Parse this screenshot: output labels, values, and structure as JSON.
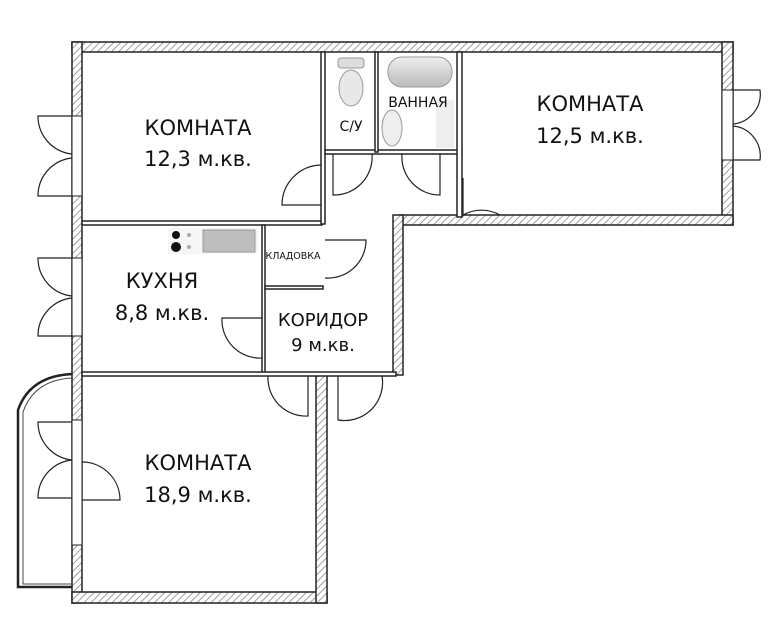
{
  "rooms": {
    "room_1": {
      "name": "КОМНАТА",
      "area": "12,3 м.кв."
    },
    "room_2": {
      "name": "КОМНАТА",
      "area": "12,5 м.кв."
    },
    "room_3": {
      "name": "КОМНАТА",
      "area": "18,9 м.кв."
    },
    "kitchen": {
      "name": "КУХНЯ",
      "area": "8,8 м.кв."
    },
    "corridor": {
      "name": "КОРИДОР",
      "area": "9 м.кв."
    },
    "storage": {
      "name": "КЛАДОВКА"
    },
    "toilet": {
      "name": "С/У"
    },
    "bathroom": {
      "name": "ВАННАЯ"
    }
  },
  "colors": {
    "wall": "#222222",
    "hatch": "#888888",
    "fixture": "#cfcfcf"
  }
}
